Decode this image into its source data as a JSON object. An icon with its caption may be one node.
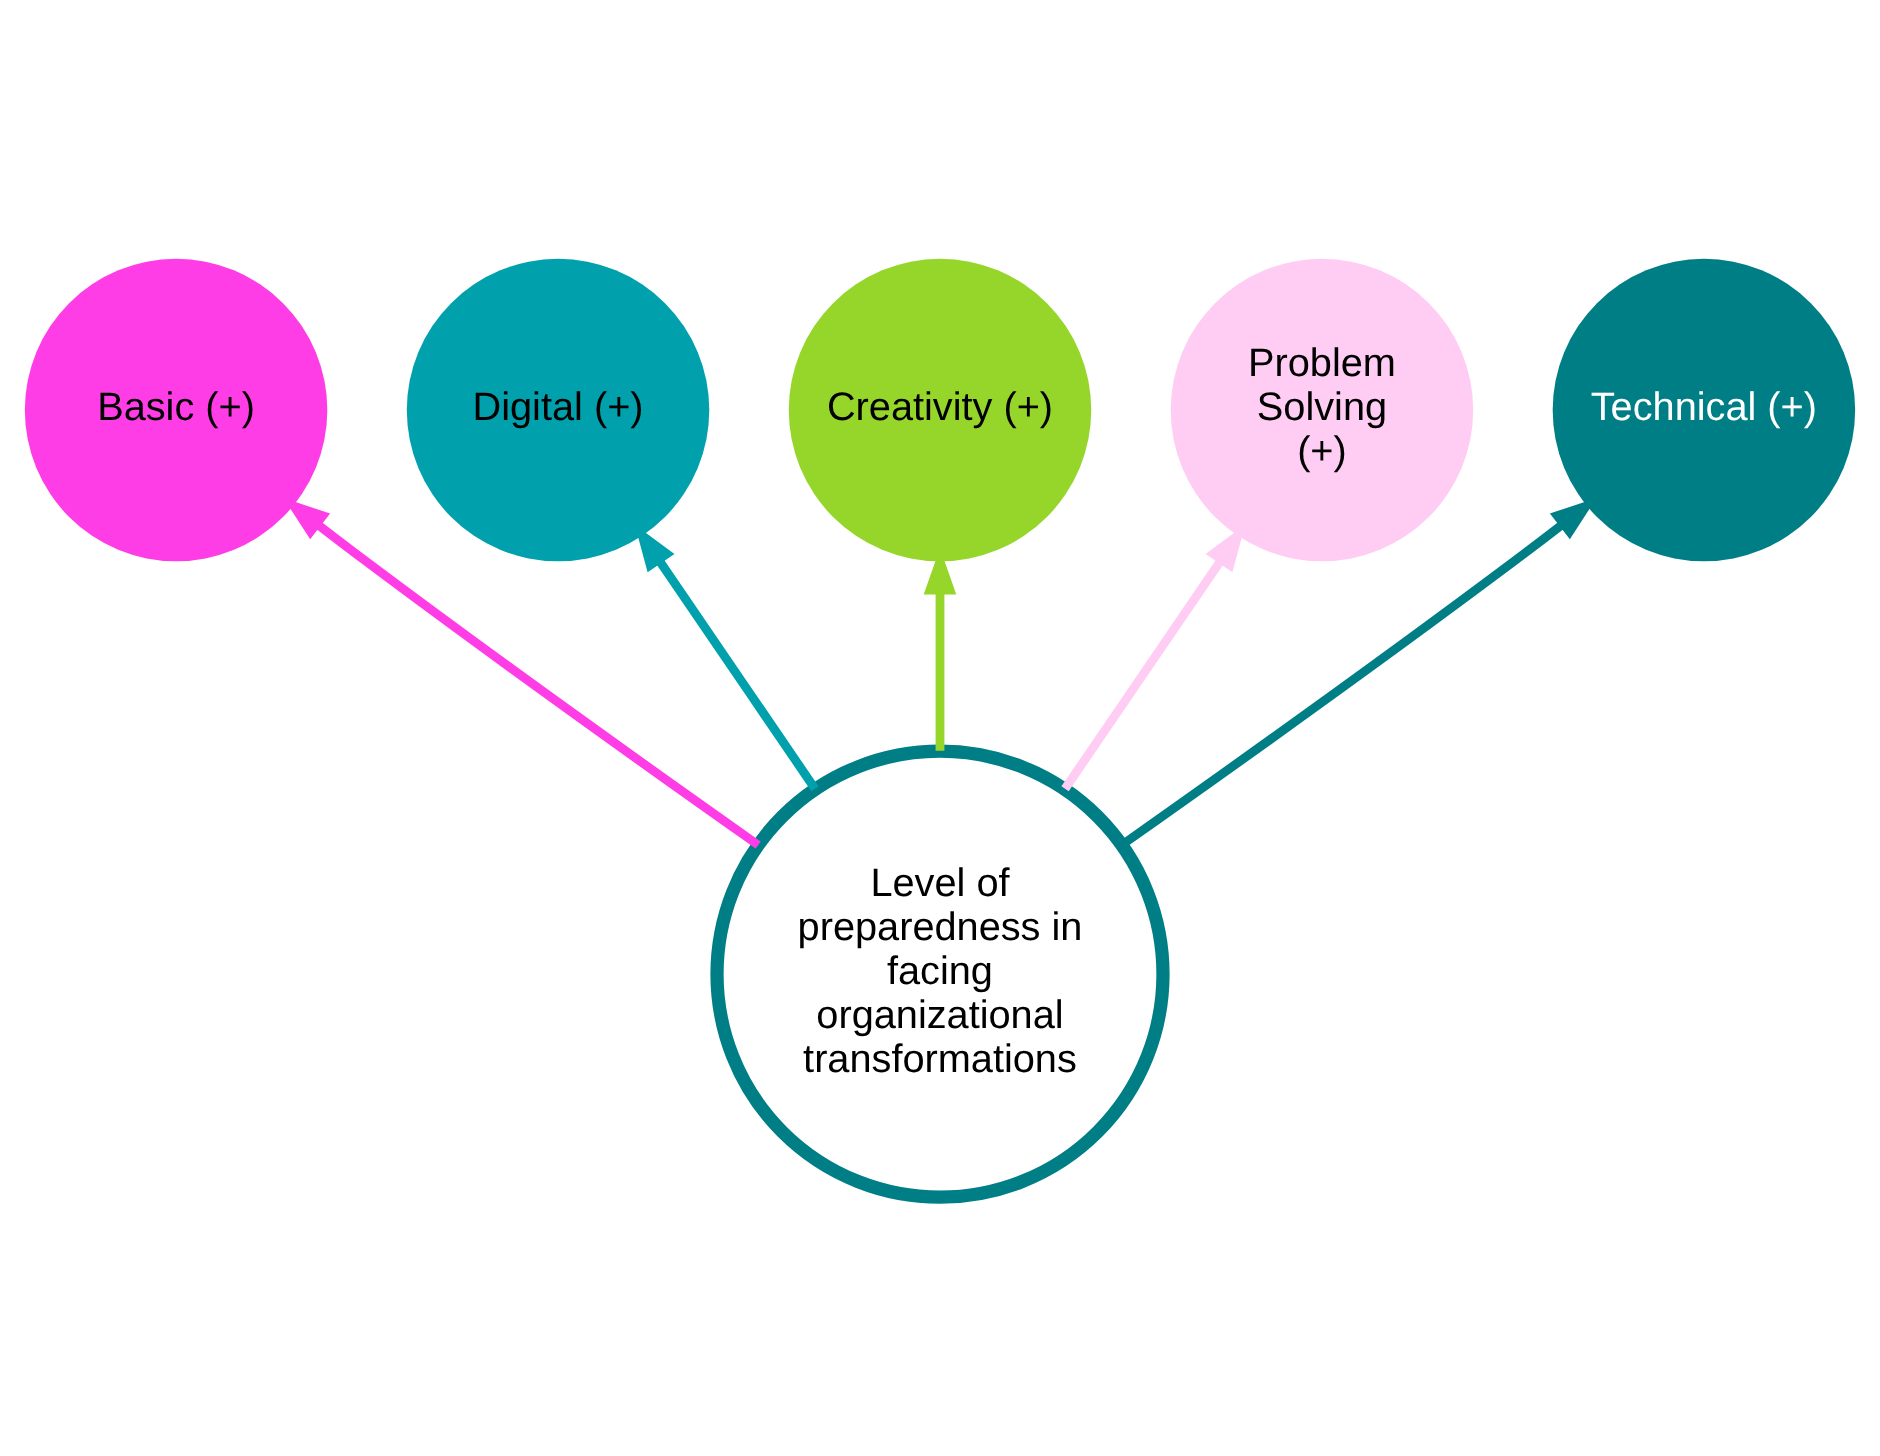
{
  "diagram": {
    "nodes": [
      {
        "text": [
          "Level of preparedness in facing organizational transformations"
        ]
      },
      {
        "text": [
          "Basic (+)"
        ]
      },
      {
        "text": [
          "Digital (+)"
        ]
      },
      {
        "text": [
          "Creativity (+)"
        ]
      },
      {
        "text": [
          "Problem Solving (+)"
        ]
      },
      {
        "text": [
          "Technical (+)"
        ]
      }
    ],
    "edges": [
      {
        "from": 0,
        "to": 1,
        "arrow": "to",
        "color": "#ff3de6"
      },
      {
        "from": 0,
        "to": 2,
        "arrow": "to",
        "color": "#00a0ad"
      },
      {
        "from": 0,
        "to": 3,
        "arrow": "to",
        "color": "#96d62a"
      },
      {
        "from": 0,
        "to": 4,
        "arrow": "to",
        "color": "#ffcdf4"
      },
      {
        "from": 0,
        "to": 5,
        "arrow": "to",
        "color": "#007e86"
      }
    ]
  }
}
